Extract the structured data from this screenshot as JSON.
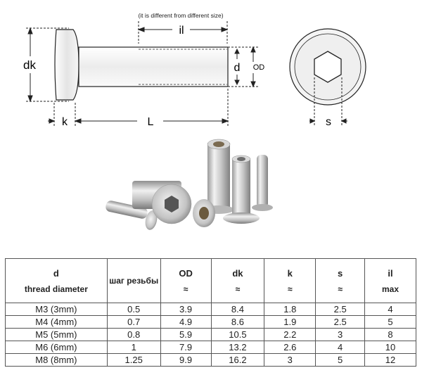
{
  "diagram": {
    "note": "(it is different from different size)",
    "labels": {
      "il": "il",
      "dk": "dk",
      "d": "d",
      "od": "OD",
      "k": "k",
      "l": "L",
      "s": "s"
    }
  },
  "table": {
    "headers": [
      {
        "top": "d",
        "bottom": "thread diameter"
      },
      {
        "top": "шаг резьбы",
        "bottom": ""
      },
      {
        "top": "OD",
        "bottom": "≈"
      },
      {
        "top": "dk",
        "bottom": "≈"
      },
      {
        "top": "k",
        "bottom": "≈"
      },
      {
        "top": "s",
        "bottom": "≈"
      },
      {
        "top": "il",
        "bottom": "max"
      }
    ],
    "rows": [
      [
        "M3 (3mm)",
        "0.5",
        "3.9",
        "8.4",
        "1.8",
        "2.5",
        "4"
      ],
      [
        "M4 (4mm)",
        "0.7",
        "4.9",
        "8.6",
        "1.9",
        "2.5",
        "5"
      ],
      [
        "M5 (5mm)",
        "0.8",
        "5.9",
        "10.5",
        "2.2",
        "3",
        "8"
      ],
      [
        "M6 (6mm)",
        "1",
        "7.9",
        "13.2",
        "2.6",
        "4",
        "10"
      ],
      [
        "M8 (8mm)",
        "1.25",
        "9.9",
        "16.2",
        "3",
        "5",
        "12"
      ]
    ]
  }
}
